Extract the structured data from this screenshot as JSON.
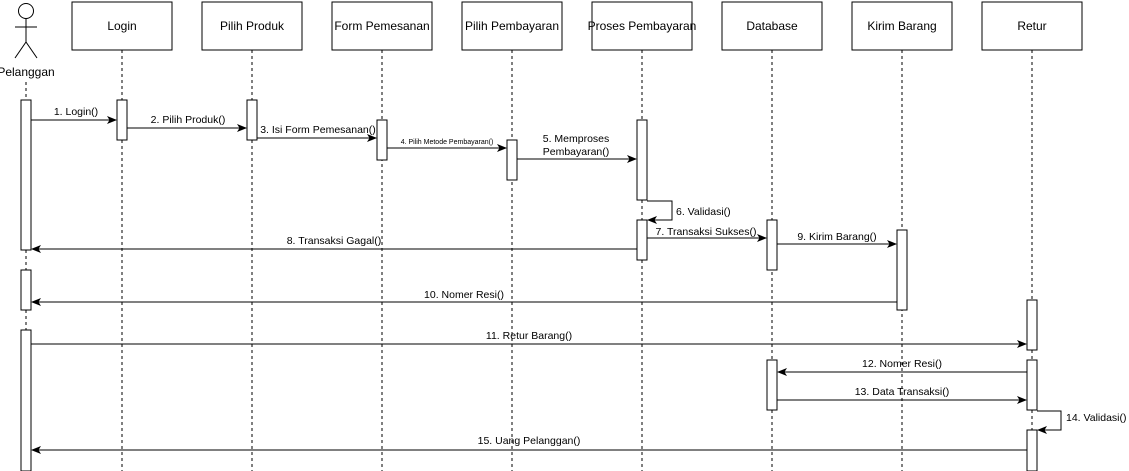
{
  "actor": {
    "name": "Pelanggan"
  },
  "participants": [
    {
      "name": "Login"
    },
    {
      "name": "Pilih Produk"
    },
    {
      "name": "Form Pemesanan"
    },
    {
      "name": "Pilih Pembayaran"
    },
    {
      "name": "Proses Pembayaran"
    },
    {
      "name": "Database"
    },
    {
      "name": "Kirim Barang"
    },
    {
      "name": "Retur"
    }
  ],
  "messages": [
    {
      "label": "1. Login()"
    },
    {
      "label": "2. Pilih Produk()"
    },
    {
      "label": "3. Isi Form Pemesanan()"
    },
    {
      "label": "4. Pilih Metode Pembayaran()"
    },
    {
      "label_line1": "5. Memproses",
      "label_line2": "Pembayaran()"
    },
    {
      "label": "6. Validasi()"
    },
    {
      "label": "7. Transaksi Sukses()"
    },
    {
      "label": "8. Transaksi Gagal()"
    },
    {
      "label": "9. Kirim Barang()"
    },
    {
      "label": "10. Nomer Resi()"
    },
    {
      "label": "11. Retur Barang()"
    },
    {
      "label": "12. Nomer Resi()"
    },
    {
      "label": "13. Data Transaksi()"
    },
    {
      "label": "14. Validasi()"
    },
    {
      "label": "15. Uang Pelanggan()"
    }
  ]
}
